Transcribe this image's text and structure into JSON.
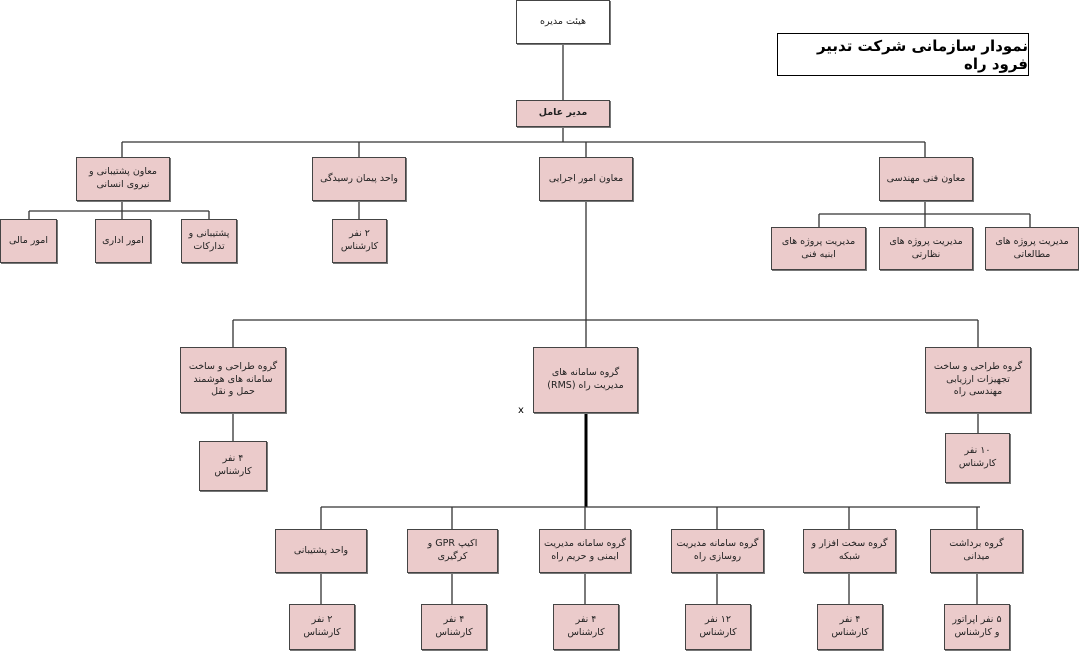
{
  "title": "نمودار سازمانی شرکت تدبیر فرود راه",
  "board": "هیئت مدیره",
  "ceo": "مدیر عامل",
  "deputies": {
    "support": "معاون پشتیبانی و نیروی انسانی",
    "contract": "واحد پیمان رسیدگی",
    "exec": "معاون امور اجرایی",
    "tech": "معاون فنی مهندسی"
  },
  "support_units": [
    "امور مالی",
    "امور اداری",
    "پشتیبانی و تدارکات"
  ],
  "contract_staff": "۲ نفر کارشناس",
  "tech_units": [
    "مدیریت پروژه های ابنیه فنی",
    "مدیریت پروژه های نظارتی",
    "مدیریت پروژه های مطالعاتی"
  ],
  "exec_groups": {
    "its": "گروه طراحی و ساخت سامانه های هوشمند حمل و نقل",
    "its_staff": "۴ نفر کارشناس",
    "rms": "گروه سامانه های مدیریت راه (RMS)",
    "eval": "گروه طراحی و ساخت تجهیزات ارزیابی مهندسی راه",
    "eval_staff": "۱۰ نفر کارشناس"
  },
  "marker": "x",
  "rms_groups": [
    {
      "name": "واحد پشتیبانی",
      "staff": "۲ نفر کارشناس"
    },
    {
      "name": "اکیپ GPR و کرگیری",
      "staff": "۴ نفر کارشناس"
    },
    {
      "name": "گروه سامانه مدیریت ایمنی و حریم راه",
      "staff": "۴ نفر کارشناس"
    },
    {
      "name": "گروه سامانه مدیریت روسازی راه",
      "staff": "۱۲ نفر کارشناس"
    },
    {
      "name": "گروه سخت افزار و شبکه",
      "staff": "۴ نفر کارشناس"
    },
    {
      "name": "گروه برداشت میدانی",
      "staff": "۵ نفر اپراتور و کارشناس"
    }
  ]
}
